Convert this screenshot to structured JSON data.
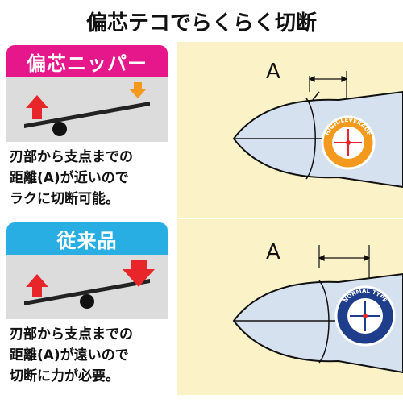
{
  "title": "偏芯テコでらくらく切断",
  "top": {
    "banner": "偏芯ニッパー",
    "banner_color": "#e6178a",
    "description": "刃部から支点までの\n距離(A)が近いので\nラクに切断可能。",
    "dimension_label": "A",
    "badge_text": "HIGH-LEVERAGE"
  },
  "bottom": {
    "banner": "従来品",
    "banner_color": "#29aee3",
    "description": "刃部から支点までの\n距離(A)が遠いので\n切断に力が必要。",
    "dimension_label": "A",
    "badge_text": "NORMAL TYPE"
  },
  "colors": {
    "red_arrow": "#e8262a",
    "orange_arrow": "#f39a1e",
    "cream": "#fbf2c7",
    "tool_fill": "#d6e1ef",
    "badge_blue": "#1e3e8c"
  }
}
